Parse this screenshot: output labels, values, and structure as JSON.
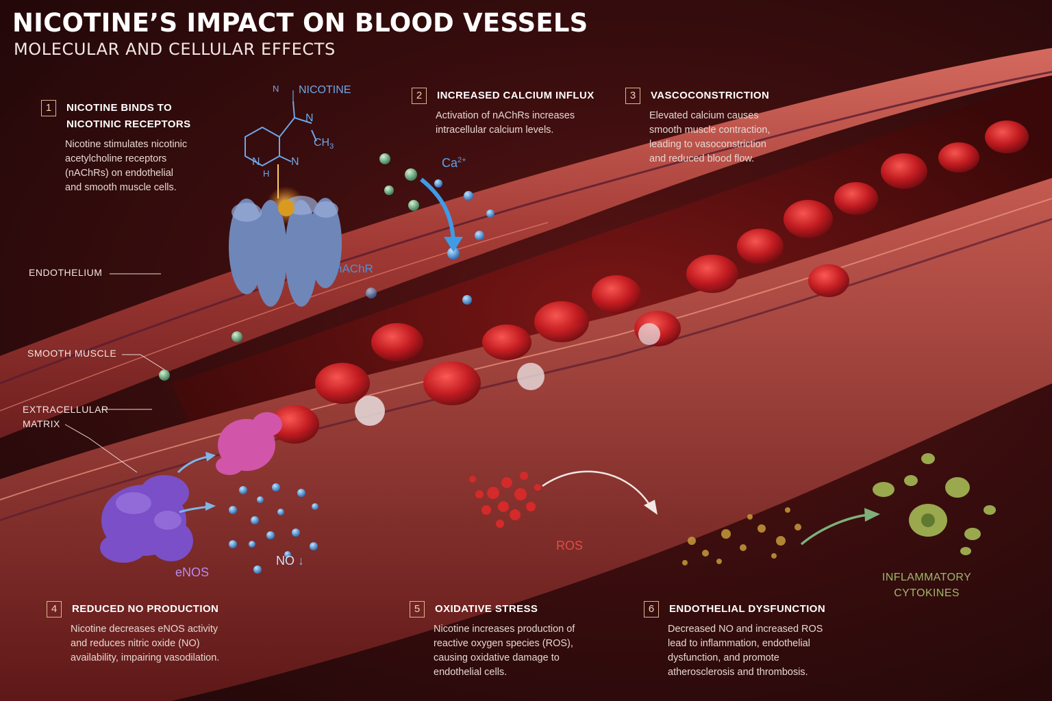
{
  "header": {
    "title": "NICOTINE’S IMPACT ON BLOOD VESSELS",
    "subtitle": "MOLECULAR AND CELLULAR EFFECTS"
  },
  "steps": [
    {
      "number": "1",
      "title_line1": "NICOTINE BINDS TO",
      "title_line2": "NICOTINIC RECEPTORS",
      "text_lines": [
        "Nicotine stimulates nicotinic",
        "acetylcholine receptors",
        "(nAChRs) on endothelial",
        "and smooth muscle cells."
      ]
    },
    {
      "number": "2",
      "title_line1": "INCREASED CALCIUM INFLUX",
      "title_line2": "",
      "text_lines": [
        "Activation of nAChRs increases",
        "intracellular calcium levels."
      ]
    },
    {
      "number": "3",
      "title_line1": "VASCOCONSTRICTION",
      "title_line2": "",
      "text_lines": [
        "Elevated calcium causes",
        "smooth muscle contraction,",
        "leading to vasoconstriction",
        "and reduced blood flow."
      ]
    },
    {
      "number": "4",
      "title_line1": "REDUCED NO PRODUCTION",
      "title_line2": "",
      "text_lines": [
        "Nicotine decreases eNOS activity",
        "and reduces nitric oxide (NO)",
        "availability, impairing vasodilation."
      ]
    },
    {
      "number": "5",
      "title_line1": "OXIDATIVE STRESS",
      "title_line2": "",
      "text_lines": [
        "Nicotine increases production of",
        "reactive oxygen species (ROS),",
        "causing oxidative damage to",
        "endothelial cells."
      ]
    },
    {
      "number": "6",
      "title_line1": "ENDOTHELIAL DYSFUNCTION",
      "title_line2": "",
      "text_lines": [
        "Decreased NO and increased ROS",
        "lead to inflammation, endothelial",
        "dysfunction, and promote",
        "atherosclerosis and thrombosis."
      ]
    }
  ],
  "tissue_labels": {
    "endothelium": "ENDOTHELIUM",
    "smooth_muscle": "SMOOTH MUSCLE",
    "ecm_line1": "EXTRACELLULAR",
    "ecm_line2": "MATRIX"
  },
  "molecule_labels": {
    "nicotine": "NICOTINE",
    "ch3": "CH",
    "ch3_sub": "3",
    "n_atom": "N",
    "h_atom": "H",
    "calcium": "Ca",
    "calcium_sup": "2+",
    "nachr": "nAChR",
    "enos": "eNOS",
    "no": "NO",
    "no_arrow": "↓",
    "ros": "ROS",
    "cytokines_line1": "INFLAMMATORY",
    "cytokines_line2": "CYTOKINES"
  },
  "colors": {
    "nicotine": "#6fa7e6",
    "calcium": "#59a6e8",
    "enos": "#b58cf0",
    "no": "#cfe0ff",
    "ros": "#e24c45",
    "cytokines": "#9fb86c",
    "step_border": "#e2b78f"
  }
}
